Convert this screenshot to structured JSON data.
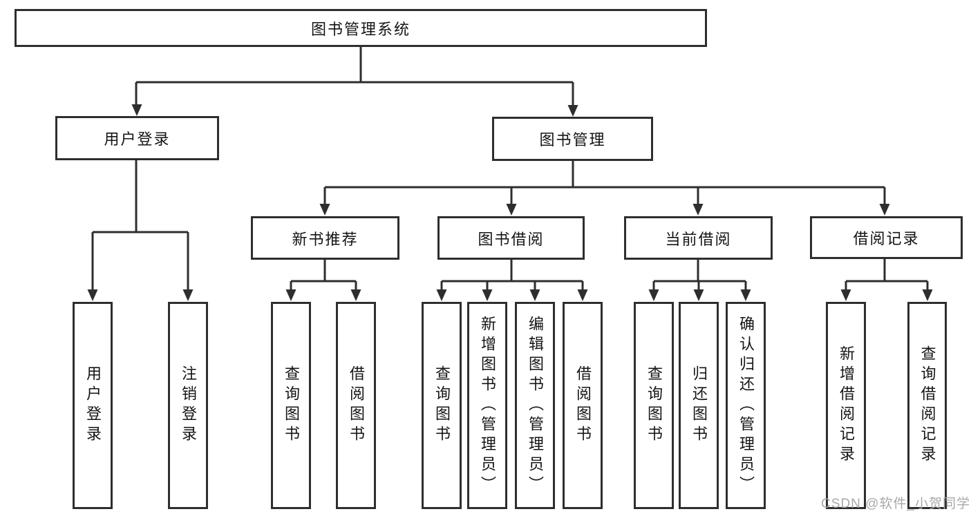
{
  "diagram": {
    "root": {
      "label": "图书管理系统",
      "children": [
        {
          "label": "用户登录",
          "children": [
            {
              "label": "用户登录"
            },
            {
              "label": "注销登录"
            }
          ]
        },
        {
          "label": "图书管理",
          "children": [
            {
              "label": "新书推荐",
              "children": [
                {
                  "label": "查询图书"
                },
                {
                  "label": "借阅图书"
                }
              ]
            },
            {
              "label": "图书借阅",
              "children": [
                {
                  "label": "查询图书"
                },
                {
                  "label": "新增图书（管理员）"
                },
                {
                  "label": "编辑图书（管理员）"
                },
                {
                  "label": "借阅图书"
                }
              ]
            },
            {
              "label": "当前借阅",
              "children": [
                {
                  "label": "查询图书"
                },
                {
                  "label": "归还图书"
                },
                {
                  "label": "确认归还（管理员）"
                }
              ]
            },
            {
              "label": "借阅记录",
              "children": [
                {
                  "label": "新增借阅记录"
                },
                {
                  "label": "查询借阅记录"
                }
              ]
            }
          ]
        }
      ]
    }
  },
  "watermark": "CSDN @软件_小贺同学",
  "colors": {
    "line": "#2e2e2e",
    "text": "#141414",
    "watermark": "#a8a8a8",
    "background": "#ffffff"
  }
}
